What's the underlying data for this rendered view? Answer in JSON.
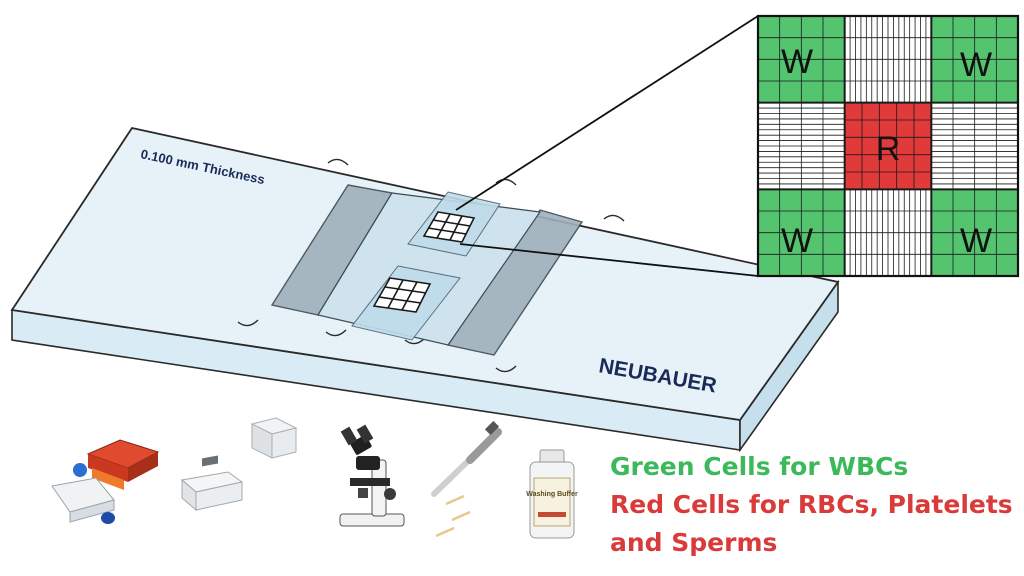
{
  "slide": {
    "thickness_label": "0.100 mm Thickness",
    "brand_label": "NEUBAUER"
  },
  "grid": {
    "wbc_letter": "W",
    "rbc_letter": "R",
    "wbc_color": "#54c46e",
    "rbc_color": "#e03a3a"
  },
  "legend": {
    "green_text": "Green Cells for WBCs",
    "red_text_line1": "Red Cells for RBCs, Platelets",
    "red_text_line2": "and Sperms",
    "green_color": "#3cb95a",
    "red_color": "#d93b3b"
  },
  "equipment": {
    "items": [
      "flasks-icon",
      "slide-box-icon",
      "coverslip-box-icon",
      "microscope-icon",
      "pipette-icon",
      "washing-buffer-bottle-icon"
    ],
    "bottle_label": "Washing Buffer"
  }
}
